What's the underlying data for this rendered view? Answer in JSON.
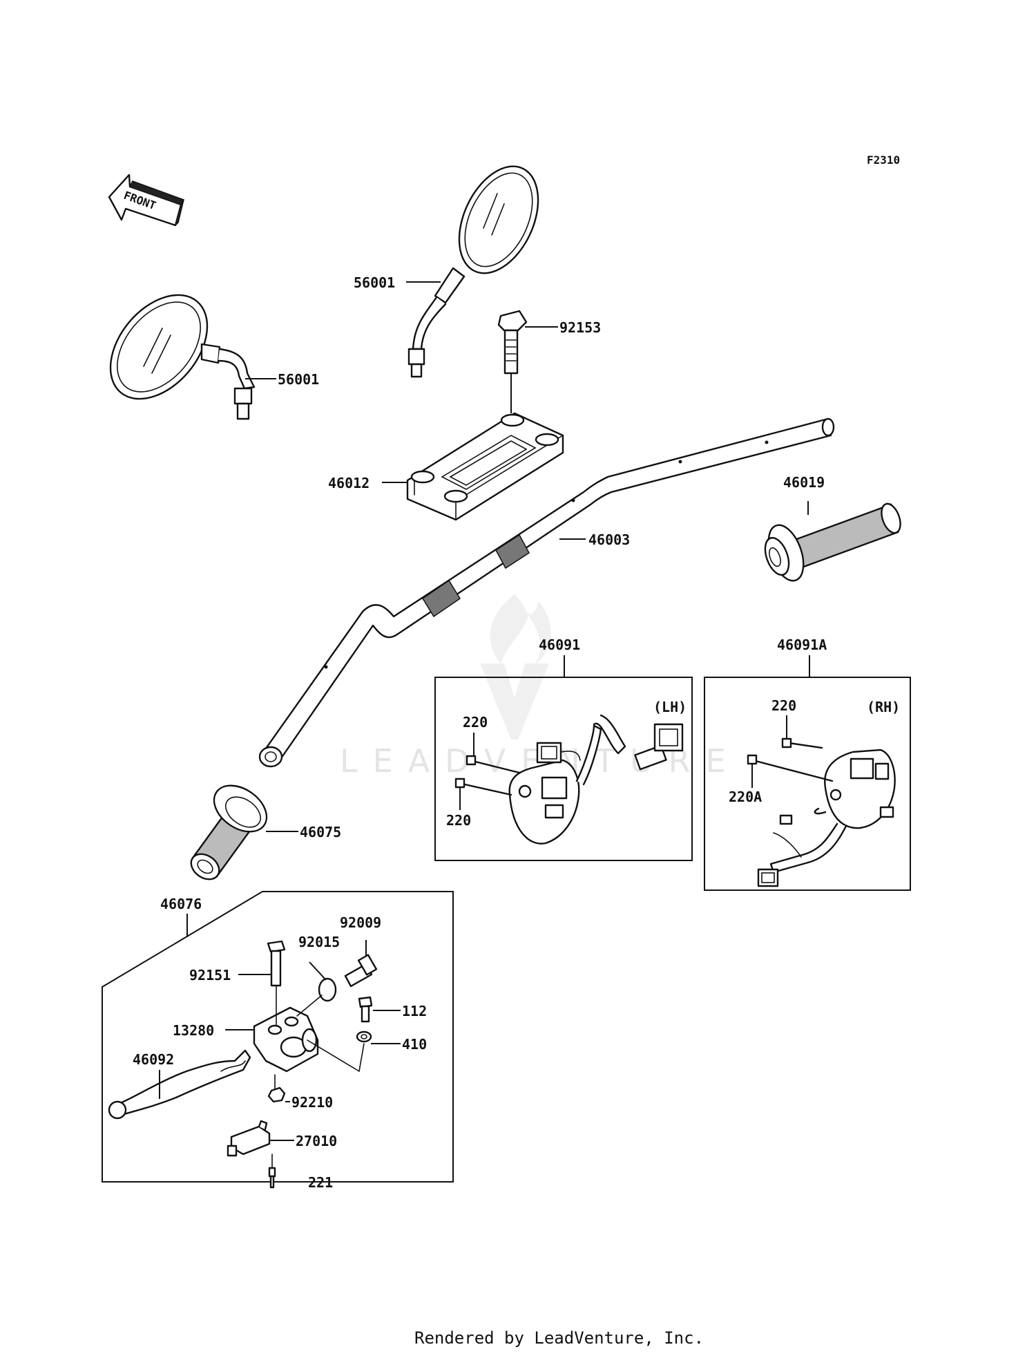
{
  "figure_code": "F2310",
  "front_arrow_text": "FRONT",
  "watermark_text": "LEADVENTURE",
  "footer_text": "Rendered by LeadVenture, Inc.",
  "parts": {
    "mirror_left": "56001",
    "mirror_right": "56001",
    "bolt_holder": "92153",
    "holder": "46012",
    "handlebar": "46003",
    "grip_right": "46019",
    "grip_left": "46075",
    "switch_lh": "46091",
    "switch_rh": "46091A",
    "lever_assy": "46076",
    "bolt_lever": "92151",
    "nut_adjuster": "92015",
    "adjuster": "92009",
    "screw_112": "112",
    "bracket": "13280",
    "washer": "410",
    "lever": "46092",
    "nut_92210": "92210",
    "clutch_switch": "27010",
    "screw_221": "221",
    "lh_screw_a": "220",
    "lh_screw_b": "220",
    "rh_screw": "220",
    "rh_screw_long": "220A"
  },
  "box_labels": {
    "lh": "(LH)",
    "rh": "(RH)"
  }
}
